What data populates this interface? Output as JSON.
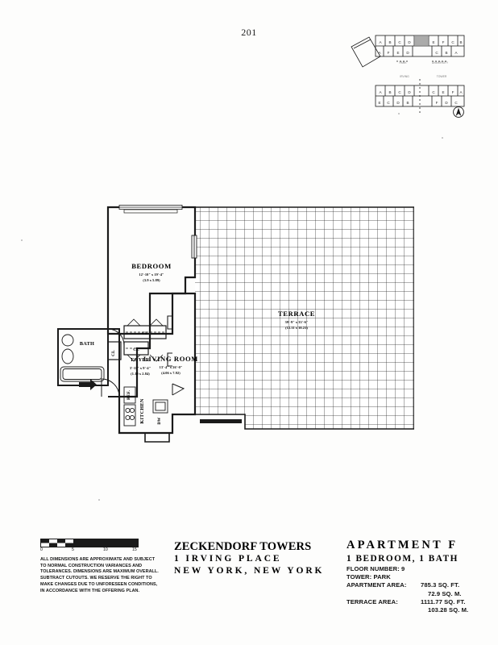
{
  "page": {
    "number": "201"
  },
  "key_map": {
    "name": "key-plan",
    "north_label": "N",
    "upper_building_labels": [
      "A",
      "B",
      "C",
      "D",
      "E",
      "F"
    ],
    "lower_building_labels": [
      "A",
      "B",
      "C",
      "D",
      "E",
      "F"
    ]
  },
  "floor_plan": {
    "rooms": [
      {
        "name": "BEDROOM",
        "dim_imperial": "12'-10\" x 19'-4\"",
        "dim_metric": "(3.9 x 5.89)"
      },
      {
        "name": "LIVING ROOM",
        "dim_imperial": "13'-4\" x 26'-0\"",
        "dim_metric": "(4.06 x 7.92)"
      },
      {
        "name": "TERRACE",
        "dim_imperial": "39'-9\" x 33'-6\"",
        "dim_metric": "(12.11 x 10.21)"
      },
      {
        "name": "FOYER",
        "dim_imperial": "3'-11\" x 9'-4\"",
        "dim_metric": "(1.19 x 2.84)"
      },
      {
        "name": "BATH",
        "dim_imperial": "",
        "dim_metric": ""
      },
      {
        "name": "KITCHEN",
        "dim_imperial": "",
        "dim_metric": ""
      }
    ],
    "closets": [
      "CL",
      "CL",
      "CL"
    ],
    "appliances": [
      "REF.",
      "DW"
    ]
  },
  "scale": {
    "ticks": [
      "0",
      "5",
      "10",
      "15"
    ]
  },
  "disclaimer": {
    "text": "ALL DIMENSIONS ARE APPROXIMATE AND SUBJECT TO NORMAL CONSTRUCTION VARIANCES AND TOLERANCES. DIMENSIONS ARE MAXIMUM OVERALL. SUBTRACT CUTOUTS. WE RESERVE THE RIGHT TO MAKE CHANGES DUE TO UNFORESEEN CONDITIONS, IN ACCORDANCE WITH THE OFFERING PLAN."
  },
  "building": {
    "name": "ZECKENDORF TOWERS",
    "address_line1": "1 IRVING PLACE",
    "address_line2": "NEW YORK, NEW YORK"
  },
  "apartment": {
    "title": "APARTMENT   F",
    "subtitle": "1 BEDROOM, 1 BATH",
    "floor_label": "FLOOR NUMBER: 9",
    "tower_label": "TOWER: PARK",
    "apartment_area_key": "APARTMENT AREA:",
    "apartment_area_sqft": "785.3 SQ. FT.",
    "apartment_area_sqm": "72.9 SQ. M.",
    "terrace_area_key": "TERRACE AREA:",
    "terrace_area_sqft": "1111.77 SQ. FT.",
    "terrace_area_sqm": "103.28 SQ. M."
  }
}
